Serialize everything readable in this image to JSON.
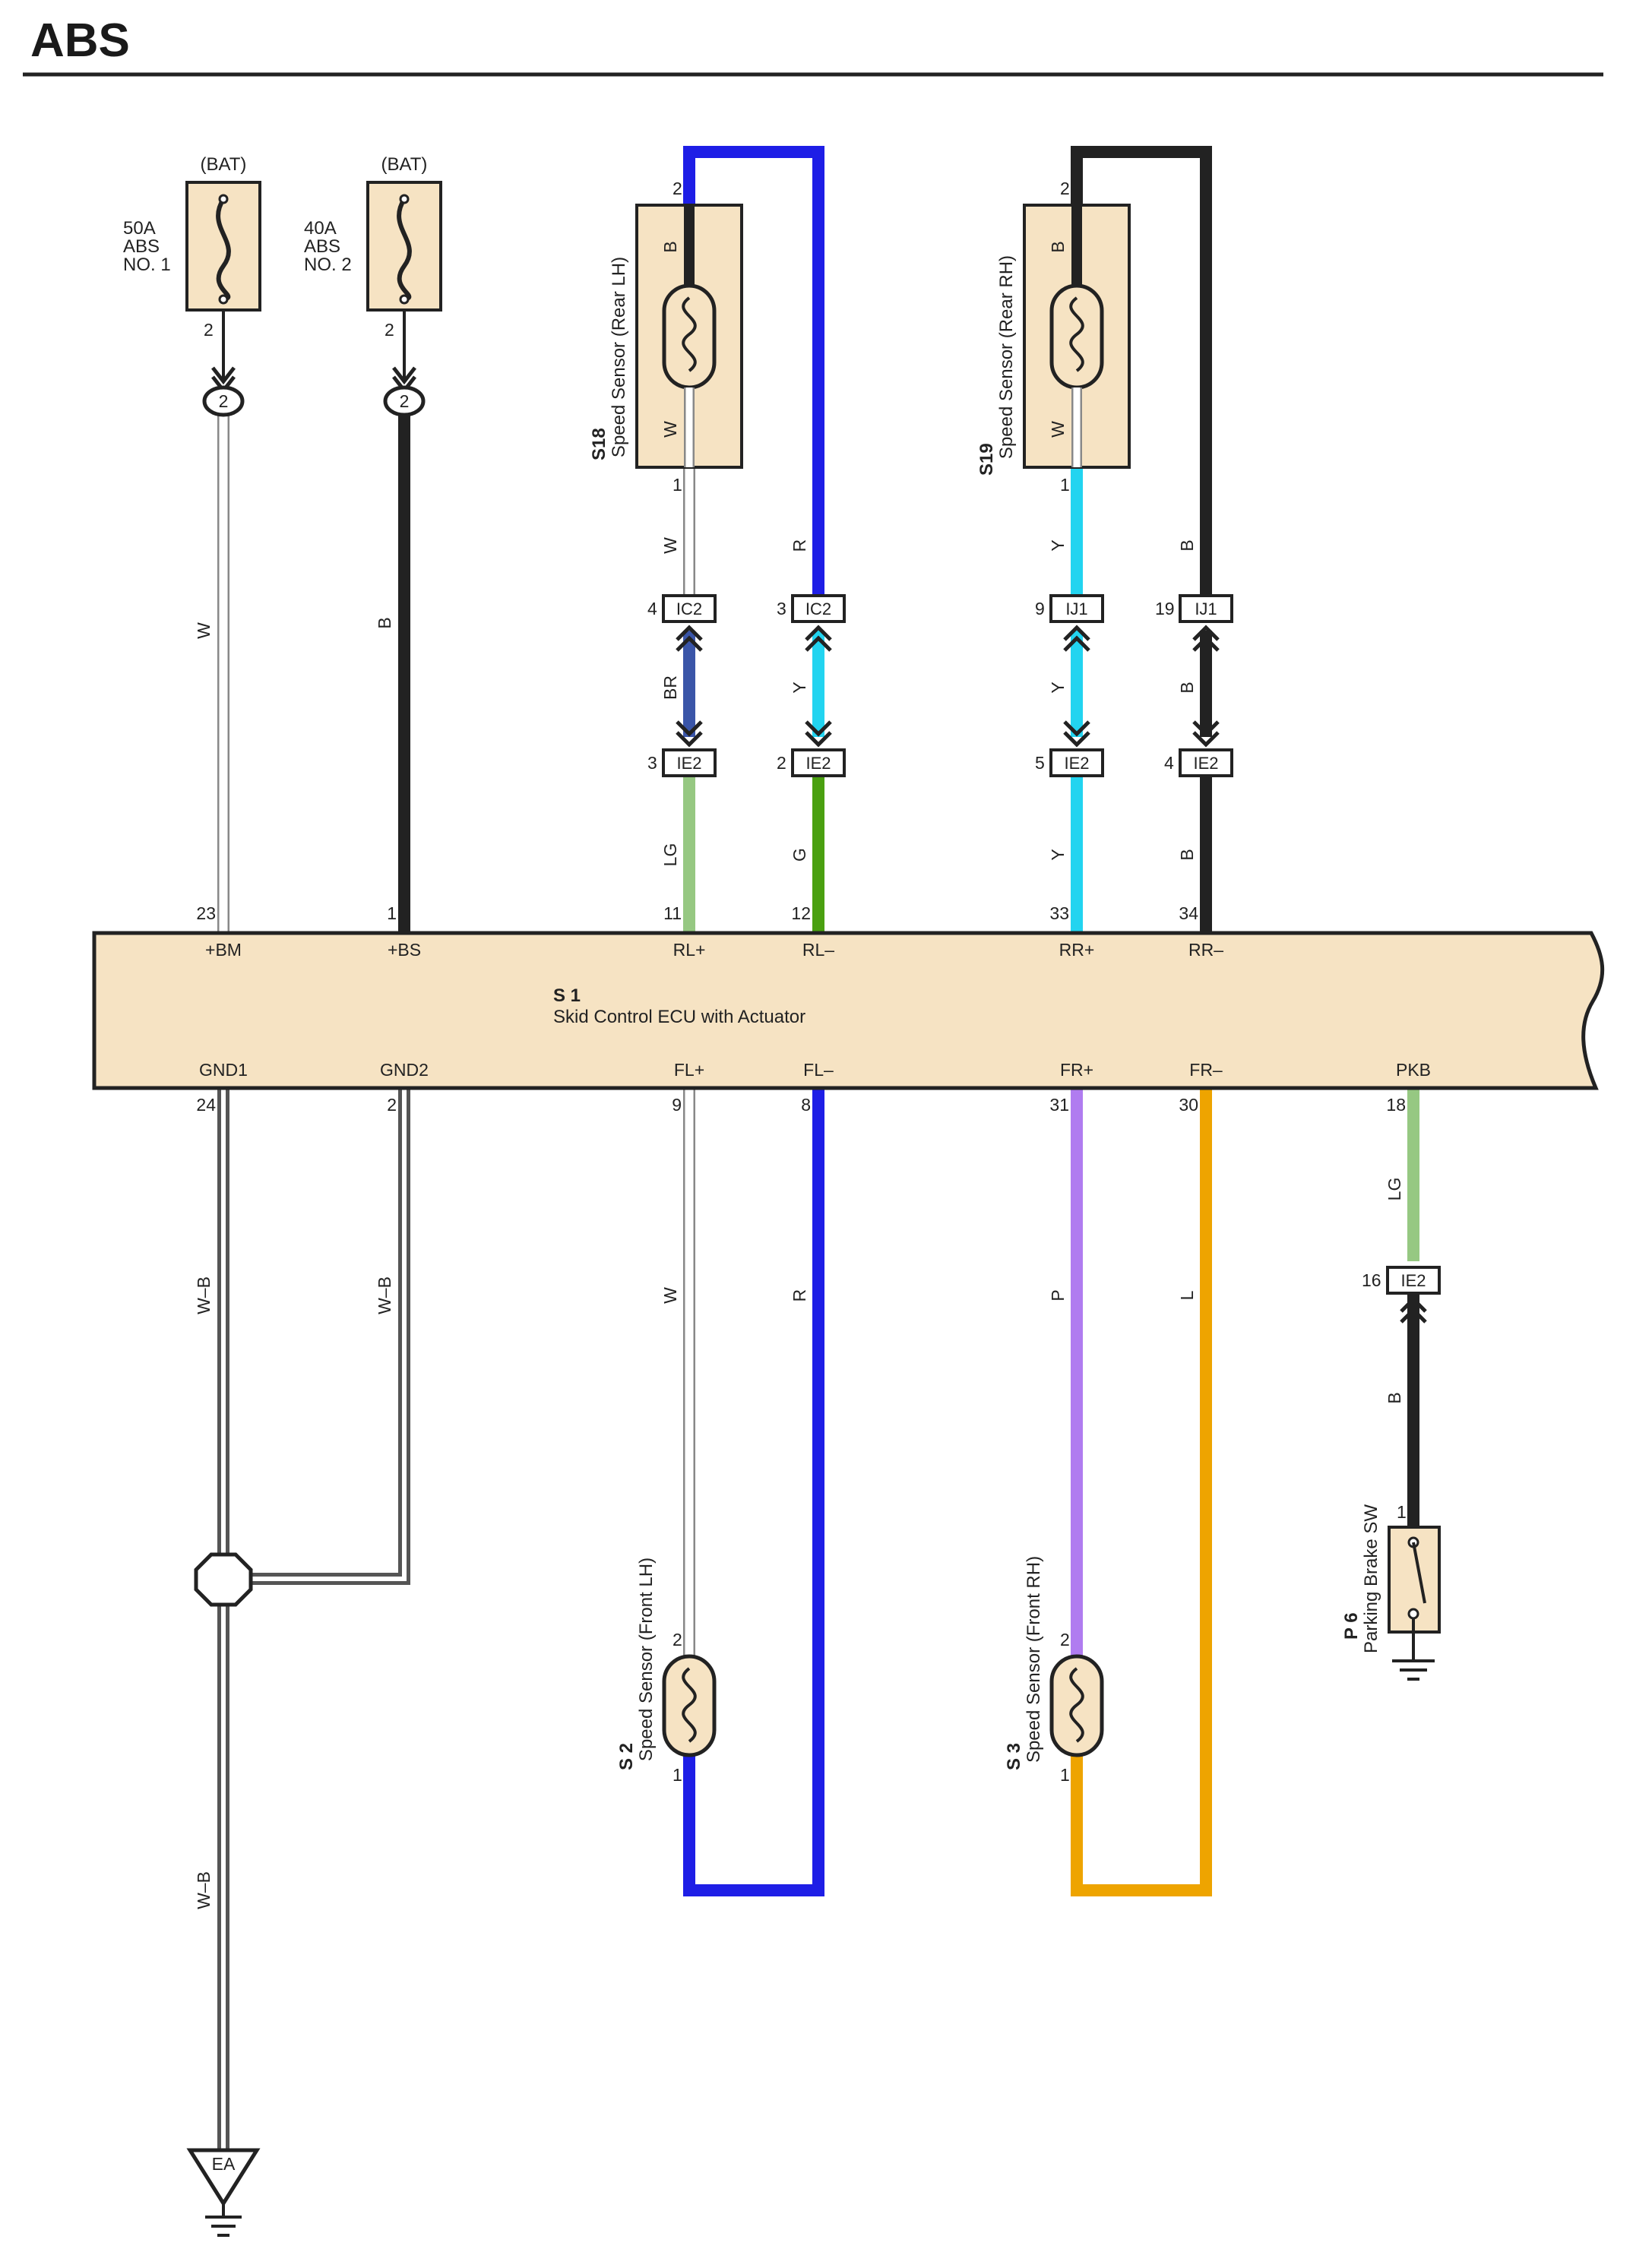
{
  "title": "ABS",
  "fuses": [
    {
      "source": "(BAT)",
      "rating": "50A",
      "name1": "ABS",
      "name2": "NO. 1",
      "pin": "2",
      "junction": "2",
      "wire_color": "W"
    },
    {
      "source": "(BAT)",
      "rating": "40A",
      "name1": "ABS",
      "name2": "NO. 2",
      "pin": "2",
      "junction": "2",
      "wire_color": "B"
    }
  ],
  "ecu": {
    "code": "S 1",
    "name": "Skid Control ECU with Actuator",
    "top_pins": [
      {
        "label": "+BM",
        "num": "23"
      },
      {
        "label": "+BS",
        "num": "1"
      },
      {
        "label": "RL+",
        "num": "11"
      },
      {
        "label": "RL–",
        "num": "12"
      },
      {
        "label": "RR+",
        "num": "33"
      },
      {
        "label": "RR–",
        "num": "34"
      }
    ],
    "bottom_pins": [
      {
        "label": "GND1",
        "num": "24"
      },
      {
        "label": "GND2",
        "num": "2"
      },
      {
        "label": "FL+",
        "num": "9"
      },
      {
        "label": "FL–",
        "num": "8"
      },
      {
        "label": "FR+",
        "num": "31"
      },
      {
        "label": "FR–",
        "num": "30"
      },
      {
        "label": "PKB",
        "num": "18"
      }
    ]
  },
  "sensors": {
    "rear_lh": {
      "code": "S18",
      "name": "Speed Sensor (Rear LH)",
      "pin_top": "2",
      "pin_bottom": "1",
      "top_color": "B",
      "bottom_color": "W"
    },
    "rear_rh": {
      "code": "S19",
      "name": "Speed Sensor (Rear RH)",
      "pin_top": "2",
      "pin_bottom": "1",
      "top_color": "B",
      "bottom_color": "W"
    },
    "front_lh": {
      "code": "S 2",
      "name": "Speed Sensor (Front LH)",
      "pin_top": "2",
      "pin_bottom": "1"
    },
    "front_rh": {
      "code": "S 3",
      "name": "Speed Sensor (Front RH)",
      "pin_top": "2",
      "pin_bottom": "1"
    }
  },
  "connectors": {
    "rl_plus_upper": {
      "id": "IC2",
      "pin": "4"
    },
    "rl_minus_upper": {
      "id": "IC2",
      "pin": "3"
    },
    "rr_plus_upper": {
      "id": "IJ1",
      "pin": "9"
    },
    "rr_minus_upper": {
      "id": "IJ1",
      "pin": "19"
    },
    "rl_plus_lower": {
      "id": "IE2",
      "pin": "3"
    },
    "rl_minus_lower": {
      "id": "IE2",
      "pin": "2"
    },
    "rr_plus_lower": {
      "id": "IE2",
      "pin": "5"
    },
    "rr_minus_lower": {
      "id": "IE2",
      "pin": "4"
    },
    "pkb": {
      "id": "IE2",
      "pin": "16"
    }
  },
  "wire_colors": {
    "rl_plus_upper": "W",
    "rl_plus_mid": "BR",
    "rl_plus_lower": "LG",
    "rl_minus_upper": "R",
    "rl_minus_mid": "Y",
    "rl_minus_lower": "G",
    "rr_plus_upper": "Y",
    "rr_plus_mid": "Y",
    "rr_plus_lower": "Y",
    "rr_minus_upper": "B",
    "rr_minus_mid": "B",
    "rr_minus_lower": "B",
    "gnd1_upper": "W–B",
    "gnd2": "W–B",
    "gnd1_lower": "W–B",
    "fl_plus": "W",
    "fl_minus": "R",
    "fr_plus": "P",
    "fr_minus": "L",
    "pkb_upper": "LG",
    "pkb_lower": "B"
  },
  "parking_brake": {
    "code": "P 6",
    "name": "Parking Brake SW",
    "pin": "1"
  },
  "ground": {
    "label": "EA"
  },
  "colors": {
    "white_wire": "#d9d9d9",
    "black_wire": "#222222",
    "blue_wire": "#1e1ee6",
    "brown_wire": "#3a55a8",
    "cyan_wire": "#22d4f0",
    "lightgreen_wire": "#96c882",
    "green_wire": "#4aa010",
    "purple_wire": "#b07cf0",
    "orange_wire": "#eea400",
    "component_fill": "#f6e3c3"
  }
}
